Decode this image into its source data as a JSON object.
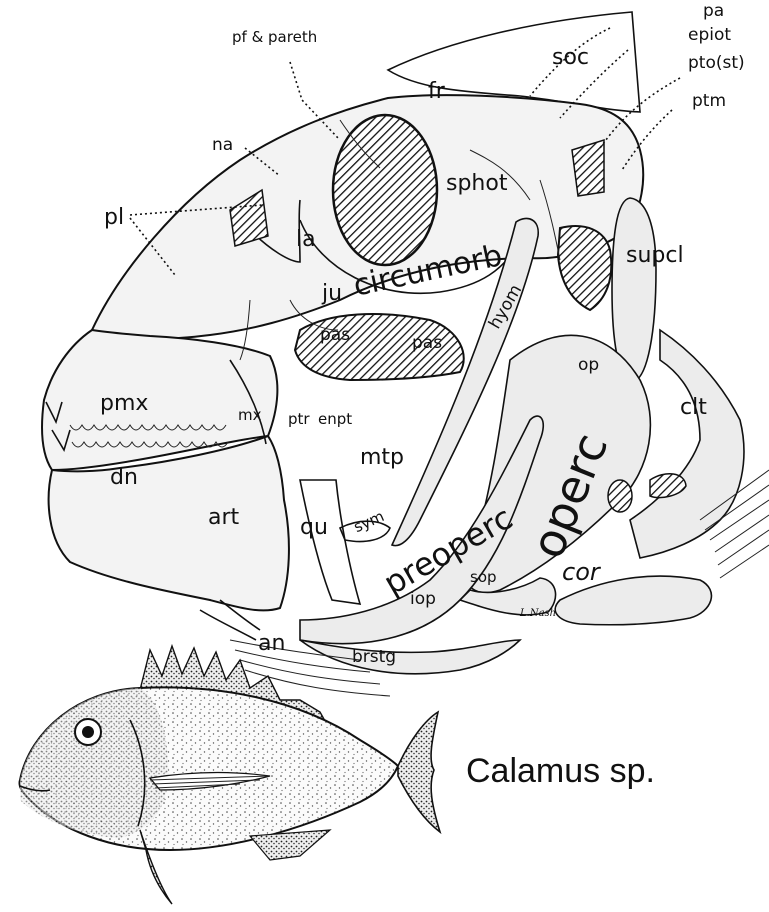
{
  "labels": {
    "pf_pareth": "pf & pareth",
    "soc": "soc",
    "pa": "pa",
    "epiot": "epiot",
    "pto_st": "pto(st)",
    "ptm": "ptm",
    "fr": "fr",
    "na": "na",
    "pl": "pl",
    "sphot": "sphot",
    "la": "la",
    "circumorb": "circumorb",
    "hyom": "hyom",
    "supcl": "supcl",
    "ju": "ju",
    "pas_1": "pas",
    "pas_2": "pas",
    "op": "op",
    "pmx": "pmx",
    "mx": "mx",
    "ptr": "ptr",
    "enpt": "enpt",
    "clt": "clt",
    "operc": "operc",
    "mtp": "mtp",
    "dn": "dn",
    "preoperc": "preoperc",
    "sym": "sym",
    "art": "art",
    "qu": "qu",
    "sop": "sop",
    "cor": "cor",
    "iop": "iop",
    "an": "an",
    "brstg": "brstg"
  },
  "signature": "L.Nash",
  "caption": "Calamus sp."
}
